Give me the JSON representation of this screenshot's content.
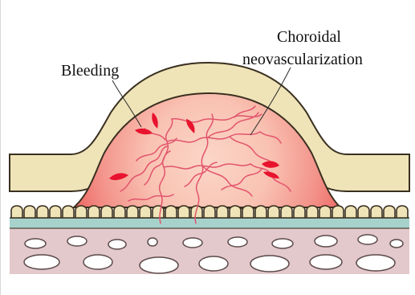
{
  "labels": {
    "bleeding": "Bleeding",
    "cnv_line1": "Choroidal",
    "cnv_line2": "neovascularization"
  },
  "colors": {
    "background": "#ffffff",
    "retina_fill": "#efe3b8",
    "retina_stroke": "#3a3020",
    "lesion_core": "#f9c2b2",
    "lesion_edge": "#ee6f6a",
    "vessels": "#e2546d",
    "bleeding": "#e8132e",
    "rpe_band": "#a7d2cc",
    "choroid": "#e3c8cc",
    "choroid_vessels": "#ffffff"
  },
  "icons": {
    "bleeding_mark": "red-teardrop",
    "vessel_network": "squiggle-network"
  }
}
